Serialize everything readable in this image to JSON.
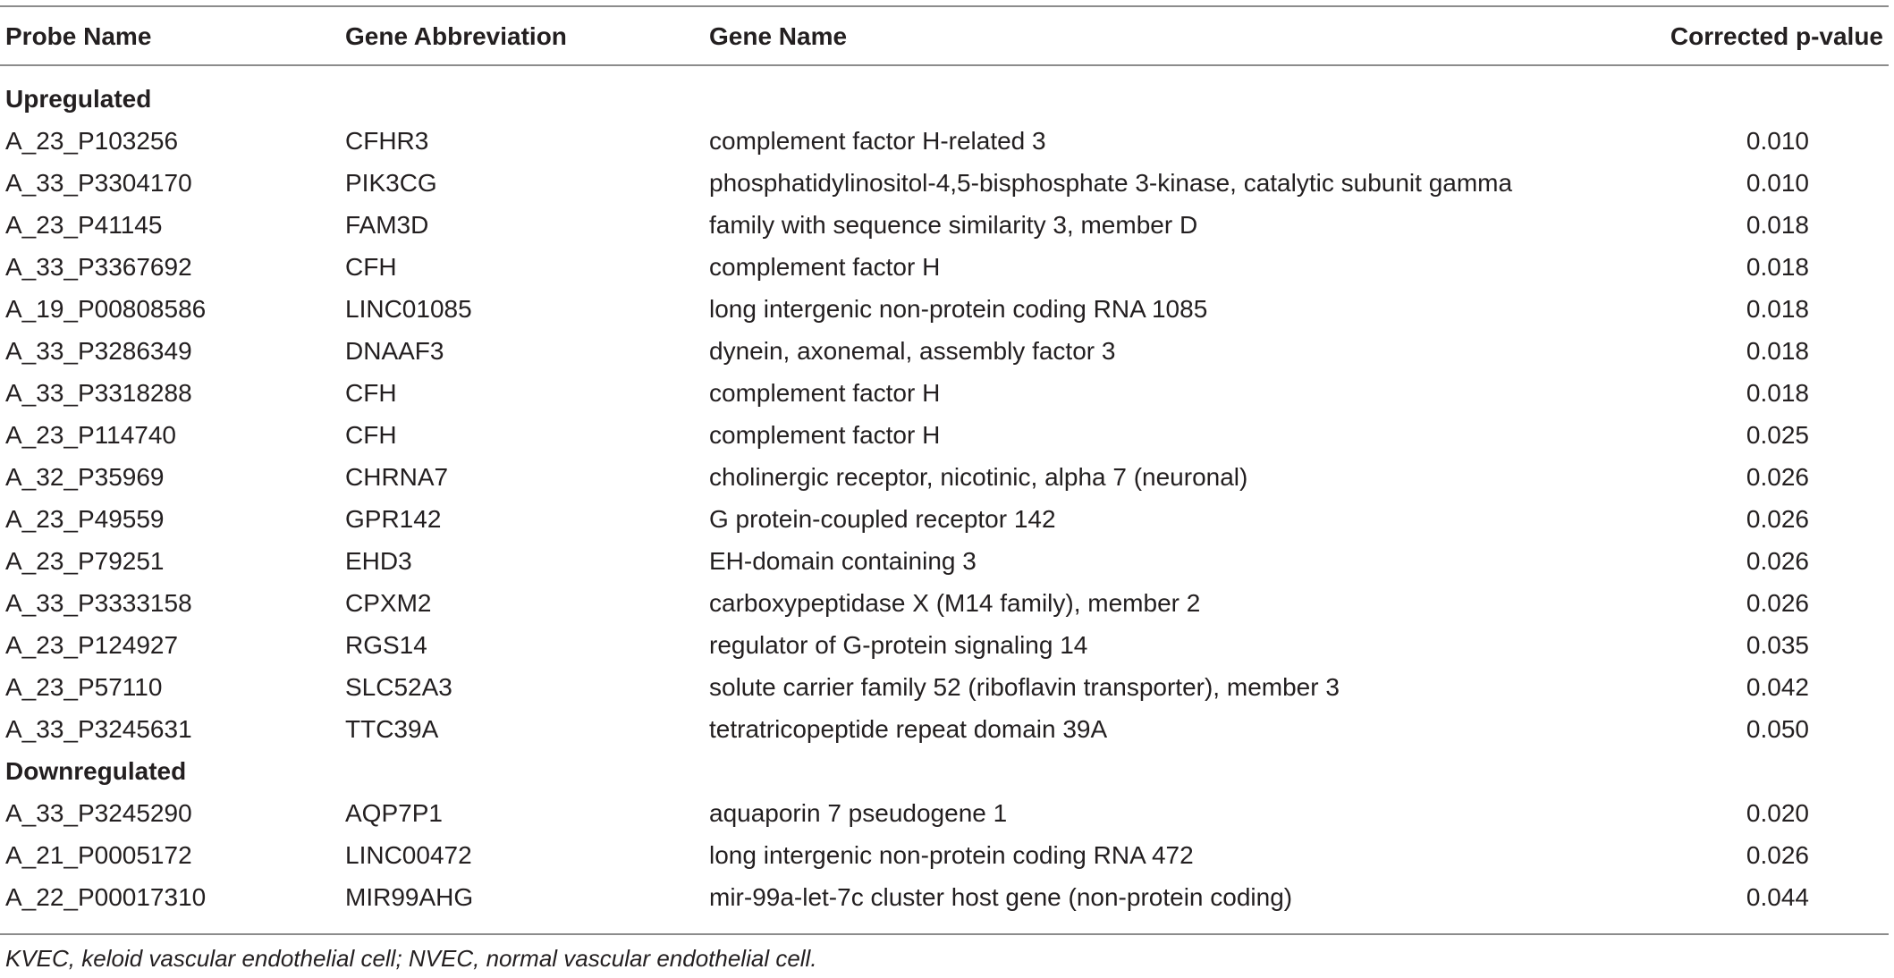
{
  "table": {
    "headers": [
      "Probe Name",
      "Gene Abbreviation",
      "Gene Name",
      "Corrected p-value"
    ],
    "sections": [
      {
        "label": "Upregulated",
        "rows": [
          [
            "A_23_P103256",
            "CFHR3",
            "complement factor H-related 3",
            "0.010"
          ],
          [
            "A_33_P3304170",
            "PIK3CG",
            "phosphatidylinositol-4,5-bisphosphate 3-kinase, catalytic subunit gamma",
            "0.010"
          ],
          [
            "A_23_P41145",
            "FAM3D",
            "family with sequence similarity 3, member D",
            "0.018"
          ],
          [
            "A_33_P3367692",
            "CFH",
            "complement factor H",
            "0.018"
          ],
          [
            "A_19_P00808586",
            "LINC01085",
            "long intergenic non-protein coding RNA 1085",
            "0.018"
          ],
          [
            "A_33_P3286349",
            "DNAAF3",
            "dynein, axonemal, assembly factor 3",
            "0.018"
          ],
          [
            "A_33_P3318288",
            "CFH",
            "complement factor H",
            "0.018"
          ],
          [
            "A_23_P114740",
            "CFH",
            "complement factor H",
            "0.025"
          ],
          [
            "A_32_P35969",
            "CHRNA7",
            "cholinergic receptor, nicotinic, alpha 7 (neuronal)",
            "0.026"
          ],
          [
            "A_23_P49559",
            "GPR142",
            "G protein-coupled receptor 142",
            "0.026"
          ],
          [
            "A_23_P79251",
            "EHD3",
            "EH-domain containing 3",
            "0.026"
          ],
          [
            "A_33_P3333158",
            "CPXM2",
            "carboxypeptidase X (M14 family), member 2",
            "0.026"
          ],
          [
            "A_23_P124927",
            "RGS14",
            "regulator of G-protein signaling 14",
            "0.035"
          ],
          [
            "A_23_P57110",
            "SLC52A3",
            "solute carrier family 52 (riboflavin transporter), member 3",
            "0.042"
          ],
          [
            "A_33_P3245631",
            "TTC39A",
            "tetratricopeptide repeat domain 39A",
            "0.050"
          ]
        ]
      },
      {
        "label": "Downregulated",
        "rows": [
          [
            "A_33_P3245290",
            "AQP7P1",
            "aquaporin 7 pseudogene 1",
            "0.020"
          ],
          [
            "A_21_P0005172",
            "LINC00472",
            "long intergenic non-protein coding RNA 472",
            "0.026"
          ],
          [
            "A_22_P00017310",
            "MIR99AHG",
            "mir-99a-let-7c cluster host gene (non-protein coding)",
            "0.044"
          ]
        ]
      }
    ]
  },
  "footnote": "KVEC, keloid vascular endothelial cell; NVEC, normal vascular endothelial cell."
}
